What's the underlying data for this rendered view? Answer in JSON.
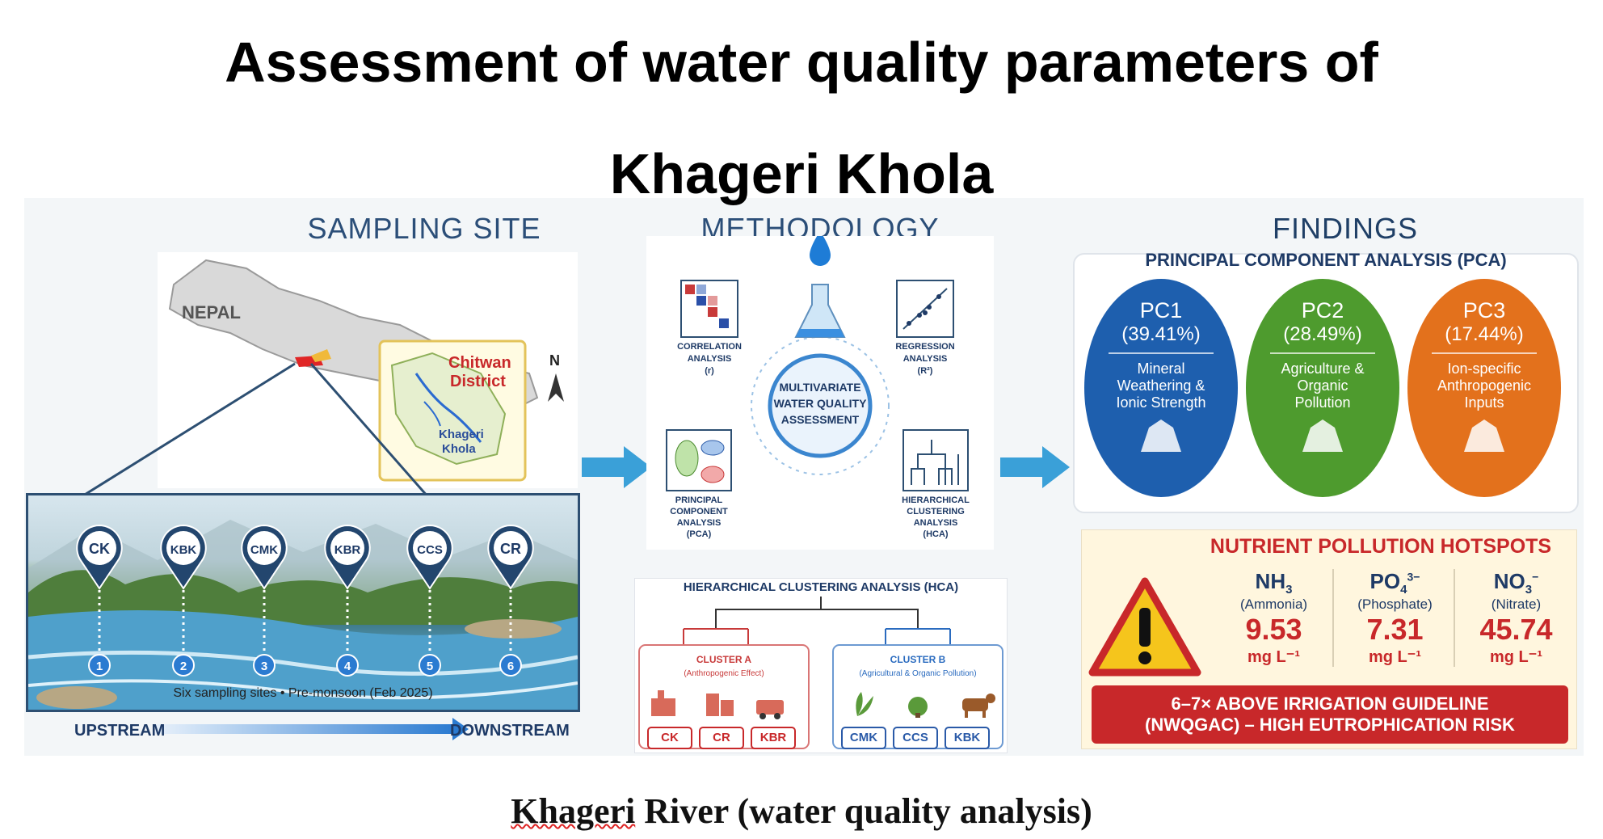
{
  "title": {
    "line1": "Assessment of water quality parameters of",
    "line2": "Khageri Khola"
  },
  "sampling": {
    "heading": "SAMPLING SITE",
    "country": "NEPAL",
    "district": "Chitwan District",
    "district_l1": "Chitwan",
    "district_l2": "District",
    "north": "N",
    "river_l1": "Khageri",
    "river_l2": "Khola",
    "sites": [
      {
        "code": "CK",
        "num": "1"
      },
      {
        "code": "KBK",
        "num": "2"
      },
      {
        "code": "CMK",
        "num": "3"
      },
      {
        "code": "KBR",
        "num": "4"
      },
      {
        "code": "CCS",
        "num": "5"
      },
      {
        "code": "CR",
        "num": "6"
      }
    ],
    "caption": "Six sampling sites • Pre-monsoon (Feb 2025)",
    "upstream": "UPSTREAM",
    "downstream": "DOWNSTREAM"
  },
  "methodology": {
    "heading": "METHODOLOGY",
    "center_l1": "MULTIVARIATE",
    "center_l2": "WATER QUALITY",
    "center_l3": "ASSESSMENT",
    "corr_l1": "CORRELATION",
    "corr_l2": "ANALYSIS",
    "corr_l3": "(r)",
    "reg_l1": "REGRESSION",
    "reg_l2": "ANALYSIS",
    "reg_l3": "(R²)",
    "pca_l1": "PRINCIPAL",
    "pca_l2": "COMPONENT",
    "pca_l3": "ANALYSIS",
    "pca_l4": "(PCA)",
    "hca_l1": "HIERARCHICAL",
    "hca_l2": "CLUSTERING",
    "hca_l3": "ANALYSIS",
    "hca_l4": "(HCA)"
  },
  "hca": {
    "title": "HIERARCHICAL CLUSTERING ANALYSIS (HCA)",
    "cluster_a": {
      "name": "CLUSTER A",
      "desc": "(Anthropogenic Effect)",
      "sites": [
        "CK",
        "CR",
        "KBR"
      ]
    },
    "cluster_b": {
      "name": "CLUSTER B",
      "desc": "(Agricultural & Organic Pollution)",
      "sites": [
        "CMK",
        "CCS",
        "KBK"
      ]
    }
  },
  "findings": {
    "heading": "FINDINGS",
    "pca_title": "PRINCIPAL COMPONENT ANALYSIS (PCA)",
    "components": [
      {
        "name": "PC1",
        "pct": "(39.41%)",
        "d1": "Mineral",
        "d2": "Weathering &",
        "d3": "Ionic Strength",
        "color": "#1e5fae"
      },
      {
        "name": "PC2",
        "pct": "(28.49%)",
        "d1": "Agriculture &",
        "d2": "Organic",
        "d3": "Pollution",
        "color": "#4e9b2e"
      },
      {
        "name": "PC3",
        "pct": "(17.44%)",
        "d1": "Ion-specific",
        "d2": "Anthropogenic",
        "d3": "Inputs",
        "color": "#e3711c"
      }
    ],
    "hotspot_title": "NUTRIENT POLLUTION HOTSPOTS",
    "nutrients": [
      {
        "formula": "NH",
        "sub": "3",
        "sup": "",
        "name": "(Ammonia)",
        "value": "9.53",
        "unit": "mg L⁻¹"
      },
      {
        "formula": "PO",
        "sub": "4",
        "sup": "3−",
        "name": "(Phosphate)",
        "value": "7.31",
        "unit": "mg L⁻¹"
      },
      {
        "formula": "NO",
        "sub": "3",
        "sup": "−",
        "name": "(Nitrate)",
        "value": "45.74",
        "unit": "mg L⁻¹"
      }
    ],
    "warning_l1": "6–7× ABOVE IRRIGATION GUIDELINE",
    "warning_l2": "(NWQGAC) – HIGH EUTROPHICATION RISK"
  },
  "caption": {
    "main": "Khageri",
    "rest": " River (water quality analysis)"
  },
  "colors": {
    "heading": "#2b4e78",
    "accent_red": "#c8282a",
    "arrow": "#3aa0d8"
  }
}
